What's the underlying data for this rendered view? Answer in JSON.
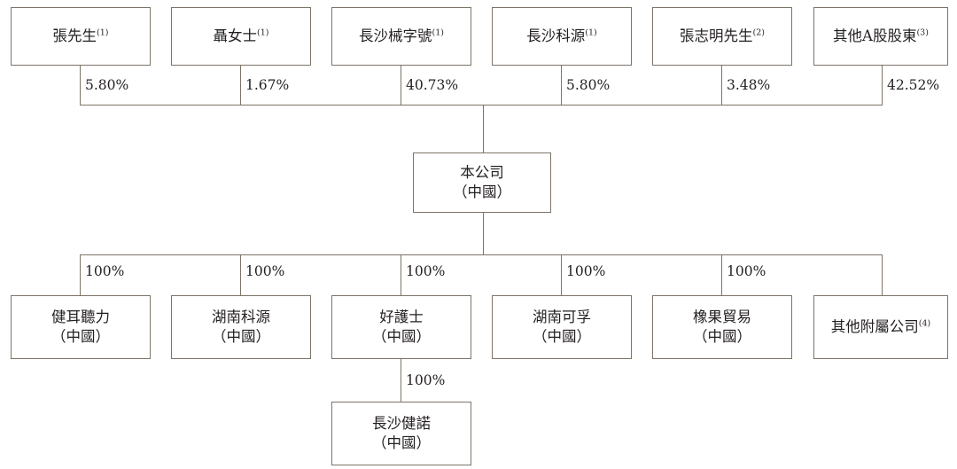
{
  "diagram": {
    "type": "org-ownership-chart",
    "border_color": "#7d7468",
    "text_color": "#231f20",
    "background": "#ffffff",
    "shareholders": [
      {
        "id": "zhang-xiansheng",
        "name": "張先生",
        "footnote": "(1)",
        "stake": "5.80%"
      },
      {
        "id": "nie-nvshi",
        "name": "聶女士",
        "footnote": "(1)",
        "stake": "1.67%"
      },
      {
        "id": "changsha-xiezihao",
        "name": "長沙械字號",
        "footnote": "(1)",
        "stake": "40.73%"
      },
      {
        "id": "changsha-keyuan",
        "name": "長沙科源",
        "footnote": "(1)",
        "stake": "5.80%"
      },
      {
        "id": "zhang-zhiming",
        "name": "張志明先生",
        "footnote": "(2)",
        "stake": "3.48%"
      },
      {
        "id": "other-a-shares",
        "name": "其他A股股東",
        "footnote": "(3)",
        "stake": "42.52%"
      }
    ],
    "company": {
      "id": "the-company",
      "name": "本公司",
      "jurisdiction": "（中國）"
    },
    "subsidiaries": [
      {
        "id": "jianer-tingli",
        "name": "健耳聽力",
        "jurisdiction": "（中國）",
        "footnote": "",
        "stake": "100%"
      },
      {
        "id": "hunan-keyuan",
        "name": "湖南科源",
        "jurisdiction": "（中國）",
        "footnote": "",
        "stake": "100%"
      },
      {
        "id": "haohushi",
        "name": "好護士",
        "jurisdiction": "（中國）",
        "footnote": "",
        "stake": "100%"
      },
      {
        "id": "hunan-kefu",
        "name": "湖南可孚",
        "jurisdiction": "（中國）",
        "footnote": "",
        "stake": "100%"
      },
      {
        "id": "xiangguo-maoyi",
        "name": "橡果貿易",
        "jurisdiction": "（中國）",
        "footnote": "",
        "stake": "100%"
      },
      {
        "id": "other-subsidiaries",
        "name": "其他附屬公司",
        "jurisdiction": "",
        "footnote": "(4)",
        "stake": ""
      }
    ],
    "sub_subsidiary": {
      "id": "changsha-jiannuo",
      "name": "長沙健諾",
      "jurisdiction": "（中國）",
      "parent": "好護士",
      "stake": "100%"
    }
  }
}
